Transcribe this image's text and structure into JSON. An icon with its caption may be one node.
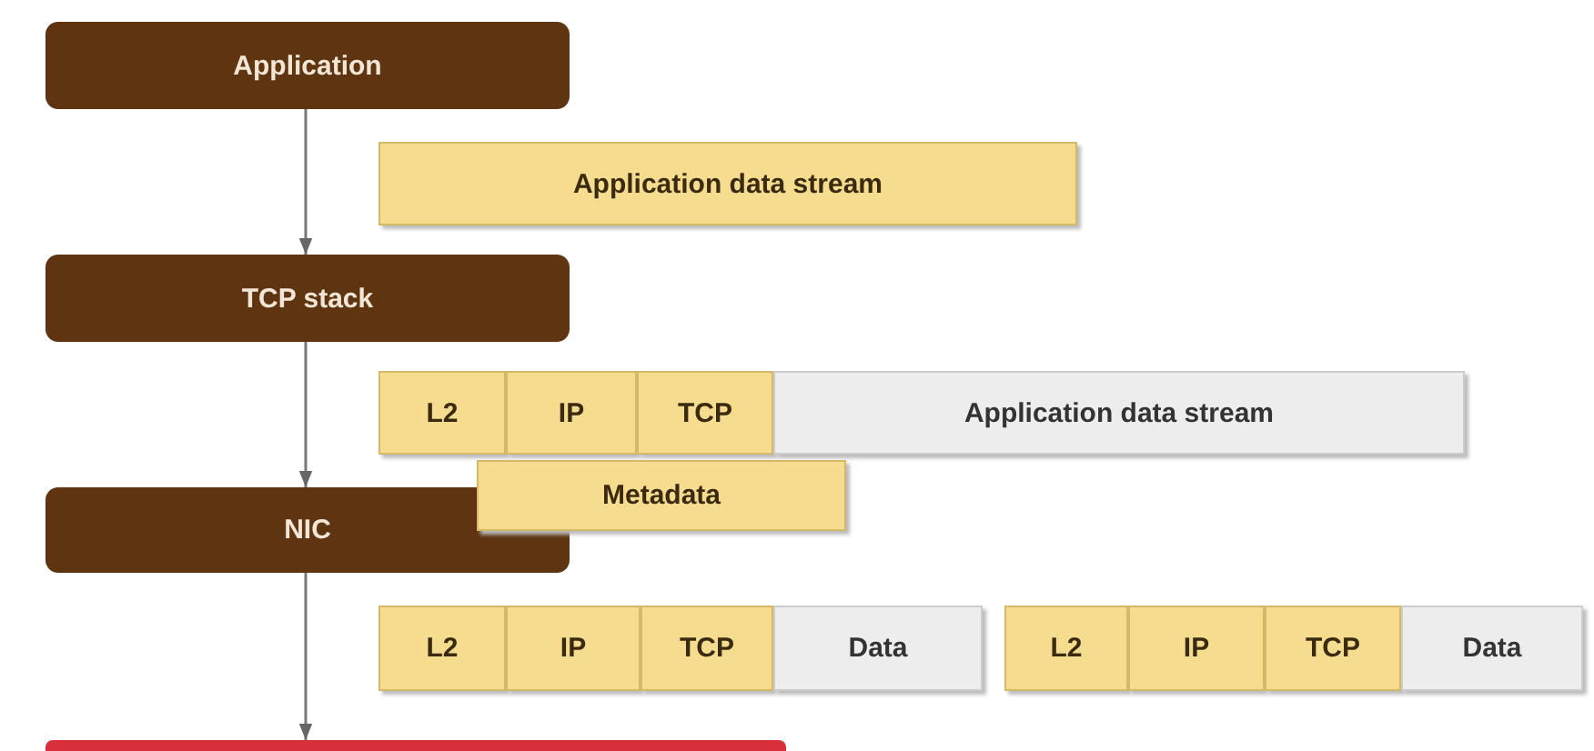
{
  "diagram": {
    "nodes": [
      {
        "text": [
          "Application"
        ]
      },
      {
        "text": [
          "Application data stream"
        ]
      },
      {
        "text": [
          "TCP stack"
        ]
      },
      {
        "text": [
          "L2"
        ]
      },
      {
        "text": [
          "IP"
        ]
      },
      {
        "text": [
          "TCP"
        ]
      },
      {
        "text": [
          "Application data stream"
        ]
      },
      {
        "text": [
          "NIC"
        ]
      },
      {
        "text": [
          "Metadata"
        ]
      },
      {
        "text": [
          "L2"
        ]
      },
      {
        "text": [
          "IP"
        ]
      },
      {
        "text": [
          "TCP"
        ]
      },
      {
        "text": [
          "Data"
        ]
      },
      {
        "text": [
          "L2"
        ]
      },
      {
        "text": [
          "IP"
        ]
      },
      {
        "text": [
          "TCP"
        ]
      },
      {
        "text": [
          "Data"
        ]
      },
      {
        "text": [],
        "shape": "bar"
      }
    ],
    "edges": [
      {
        "from": 0,
        "to": 2,
        "arrow": "to"
      },
      {
        "from": 2,
        "to": 7,
        "arrow": "to"
      },
      {
        "from": 7,
        "to": 17,
        "arrow": "to"
      }
    ]
  }
}
